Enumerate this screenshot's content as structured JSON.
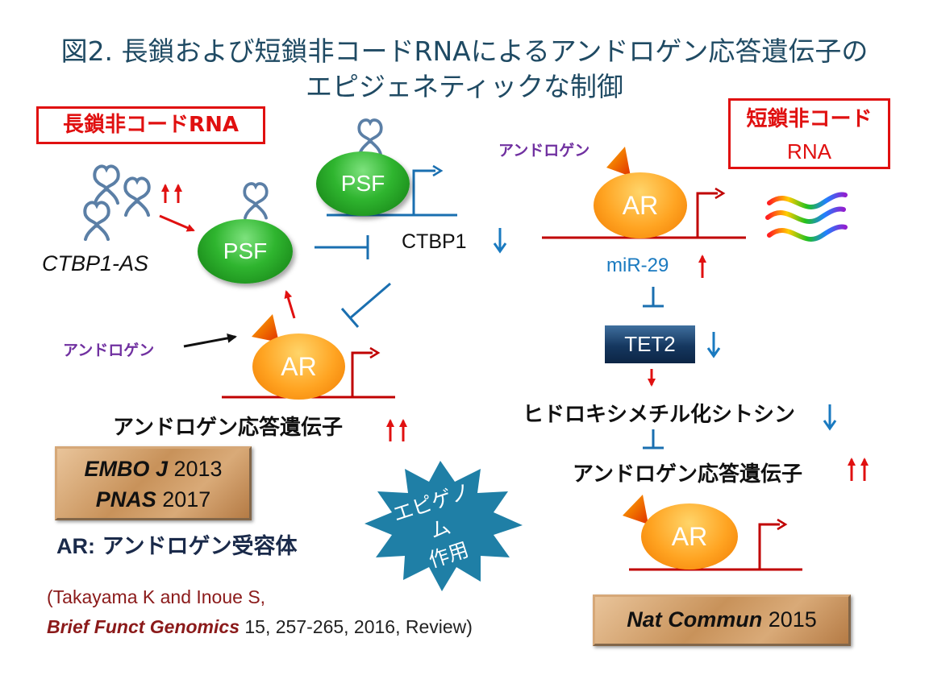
{
  "title": {
    "line1": "図2. 長鎖および短鎖非コードRNAによるアンドロゲン応答遺伝子の",
    "line2": "エピジェネティックな制御"
  },
  "left_box_label": "長鎖非コードRNA",
  "right_box_label_line1": "短鎖非コード",
  "right_box_label_line2": "RNA",
  "psf_label": "PSF",
  "ar_label": "AR",
  "ctbp1_as_label": "CTBP1-AS",
  "ctbp1_label": "CTBP1",
  "androgen_label": "アンドロゲン",
  "androgen_response_genes": "アンドロゲン応答遺伝子",
  "mir29_label": "miR-29",
  "tet2_label": "TET2",
  "hydroxymethyl_label": "ヒドロキシメチル化シトシン",
  "epigenome_line1": "エピゲノム",
  "epigenome_line2": "作用",
  "ar_definition_abbr": "AR:",
  "ar_definition_text": "アンドロゲン受容体",
  "refs_left": [
    {
      "journal": "EMBO J",
      "year": "2013"
    },
    {
      "journal": "PNAS",
      "year": "2017"
    }
  ],
  "ref_right": {
    "journal": "Nat Commun",
    "year": "2015"
  },
  "citation": {
    "line1": "(Takayama K and Inoue S,",
    "journal": "Brief Funct Genomics",
    "rest": "15, 257-265, 2016, Review)"
  },
  "colors": {
    "title": "#1f4a63",
    "red": "#e01010",
    "dark_red": "#c00000",
    "blue": "#1a7ac0",
    "purple": "#7030a0",
    "citation": "#8b1a1a",
    "tet2": "#15375f"
  }
}
